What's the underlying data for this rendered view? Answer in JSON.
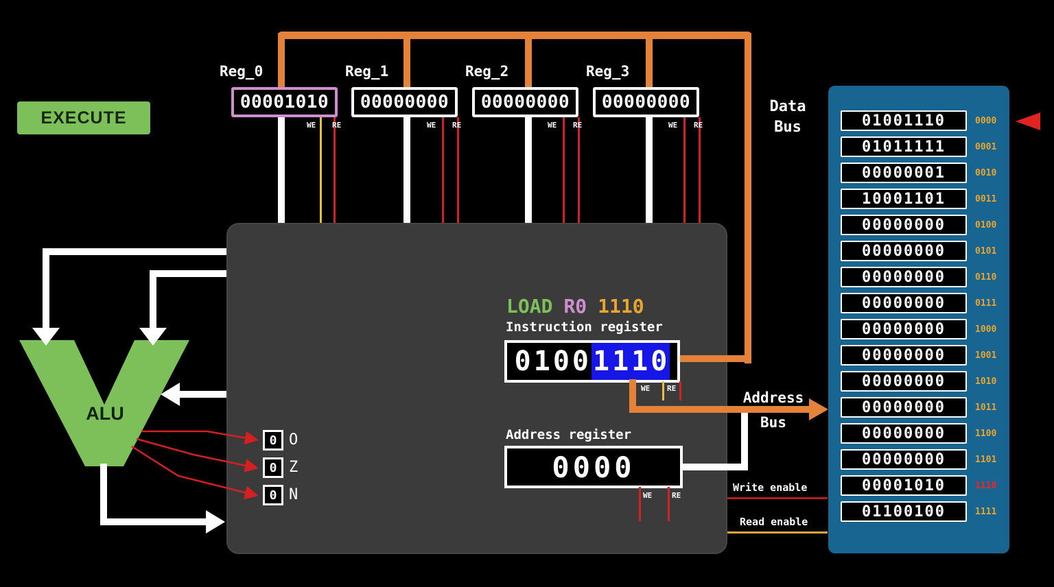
{
  "execute_button": {
    "label": "EXECUTE"
  },
  "instruction": {
    "opcode": "LOAD",
    "register": "R0",
    "operand": "1110"
  },
  "registers": {
    "we_label": "WE",
    "re_label": "RE",
    "items": [
      {
        "name": "Reg_0",
        "value": "00001010",
        "highlighted": true
      },
      {
        "name": "Reg_1",
        "value": "00000000",
        "highlighted": false
      },
      {
        "name": "Reg_2",
        "value": "00000000",
        "highlighted": false
      },
      {
        "name": "Reg_3",
        "value": "00000000",
        "highlighted": false
      }
    ]
  },
  "alu": {
    "label": "ALU"
  },
  "flags": {
    "items": [
      {
        "name": "O",
        "value": "0"
      },
      {
        "name": "Z",
        "value": "0"
      },
      {
        "name": "N",
        "value": "0"
      }
    ]
  },
  "instruction_register": {
    "label": "Instruction register",
    "value_plain": "0100",
    "value_highlighted": "1110",
    "we_label": "WE",
    "re_label": "RE"
  },
  "address_register": {
    "label": "Address register",
    "value": "0000",
    "we_label": "WE",
    "re_label": "RE"
  },
  "buses": {
    "data_line1": "Data",
    "data_line2": "Bus",
    "address_line1": "Address",
    "address_line2": "Bus"
  },
  "enables": {
    "write_label": "Write enable",
    "read_label": "Read enable"
  },
  "memory": {
    "pointer_row_address": "0000",
    "active_address": "1110",
    "rows": [
      {
        "address": "0000",
        "value": "01001110"
      },
      {
        "address": "0001",
        "value": "01011111"
      },
      {
        "address": "0010",
        "value": "00000001"
      },
      {
        "address": "0011",
        "value": "10001101"
      },
      {
        "address": "0100",
        "value": "00000000"
      },
      {
        "address": "0101",
        "value": "00000000"
      },
      {
        "address": "0110",
        "value": "00000000"
      },
      {
        "address": "0111",
        "value": "00000000"
      },
      {
        "address": "1000",
        "value": "00000000"
      },
      {
        "address": "1001",
        "value": "00000000"
      },
      {
        "address": "1010",
        "value": "00000000"
      },
      {
        "address": "1011",
        "value": "00000000"
      },
      {
        "address": "1100",
        "value": "00000000"
      },
      {
        "address": "1101",
        "value": "00000000"
      },
      {
        "address": "1110",
        "value": "00001010"
      },
      {
        "address": "1111",
        "value": "01100100"
      }
    ]
  },
  "colors": {
    "bus_orange": "#e5823a",
    "address_label_orange": "#eaa52f",
    "active_red": "#ff2020",
    "enable_red": "#d42020",
    "enable_yellow": "#e5c13d",
    "button_green": "#7dc05a",
    "reg0_border_pink": "#cf8fcf",
    "ir_highlight_blue": "#1616e6",
    "memory_panel_blue": "#176590",
    "cpu_block_gray": "#3b3b3b"
  }
}
